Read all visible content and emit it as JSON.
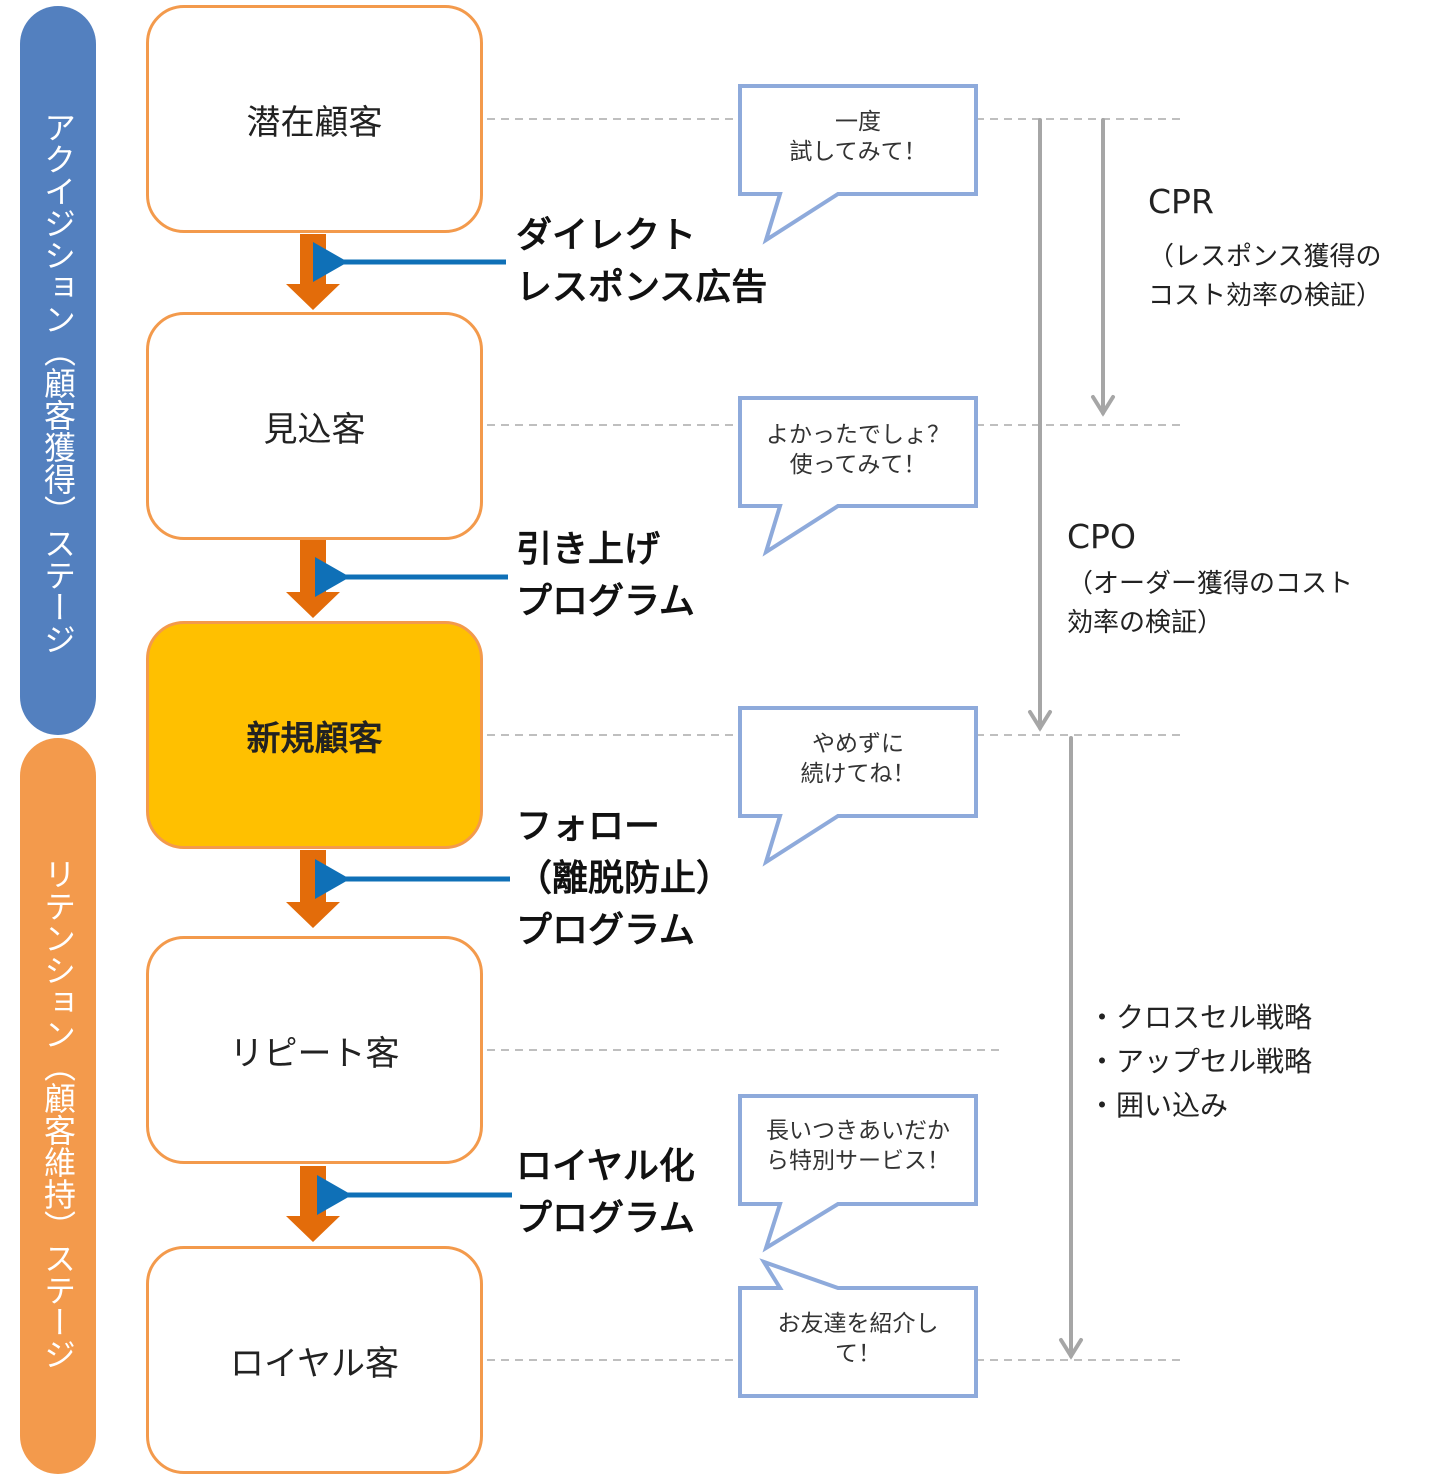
{
  "stages": {
    "acquisition": "アクイジション（顧客獲得）ステージ",
    "retention": "リテンション（顧客維持）ステージ"
  },
  "boxes": [
    "潜在顧客",
    "見込客",
    "新規顧客",
    "リピート客",
    "ロイヤル客"
  ],
  "programs": {
    "p1": [
      "ダイレクト",
      "レスポンス広告"
    ],
    "p2": [
      "引き上げ",
      "プログラム"
    ],
    "p3": [
      "フォロー",
      "（離脱防止）",
      "プログラム"
    ],
    "p4": [
      "ロイヤル化",
      "プログラム"
    ]
  },
  "bubbles": {
    "b1": [
      "一度",
      "試してみて！"
    ],
    "b2": [
      "よかったでしょ？",
      "使ってみて！"
    ],
    "b3": [
      "やめずに",
      "続けてね！"
    ],
    "b4": [
      "長いつきあいだか",
      "ら特別サービス！"
    ],
    "b5": [
      "お友達を紹介し",
      "て！"
    ]
  },
  "metrics": {
    "cpr": {
      "title": "CPR",
      "sub": [
        "（レスポンス獲得の",
        "コスト効率の検証）"
      ]
    },
    "cpo": {
      "title": "CPO",
      "sub": [
        "（オーダー獲得のコスト",
        "効率の検証）"
      ]
    },
    "retention_bullets": [
      "・クロスセル戦略",
      "・アップセル戦略",
      "・囲い込み"
    ]
  },
  "colors": {
    "acquisition_bar": "#5380bf",
    "retention_bar": "#f39a4c",
    "box_border": "#f39a4c",
    "highlight_fill": "#ffc000",
    "down_arrow": "#e36c0a",
    "program_arrow": "#0f70b7",
    "bubble_border": "#8eaadb",
    "range_arrow": "#a6a6a6"
  }
}
